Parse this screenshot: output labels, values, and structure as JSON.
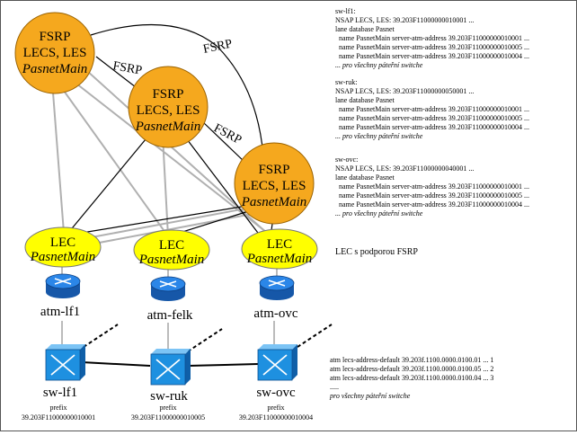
{
  "fsrp_nodes": [
    {
      "line1": "FSRP",
      "line2": "LECS, LES",
      "line3": "PasnetMain"
    },
    {
      "line1": "FSRP",
      "line2": "LECS, LES",
      "line3": "PasnetMain"
    },
    {
      "line1": "FSRP",
      "line2": "LECS, LES",
      "line3": "PasnetMain"
    }
  ],
  "fsrp_links": [
    "FSRP",
    "FSRP",
    "FSRP"
  ],
  "lec_nodes": [
    {
      "line1": "LEC",
      "line2": "PasnetMain"
    },
    {
      "line1": "LEC",
      "line2": "PasnetMain"
    },
    {
      "line1": "LEC",
      "line2": "PasnetMain"
    }
  ],
  "routers": [
    "atm-lf1",
    "atm-felk",
    "atm-ovc"
  ],
  "switches": [
    {
      "name": "sw-lf1",
      "prefix_label": "prefix",
      "prefix": "39.203F11000000010001"
    },
    {
      "name": "sw-ruk",
      "prefix_label": "prefix",
      "prefix": "39.203F11000000010005"
    },
    {
      "name": "sw-ovc",
      "prefix_label": "prefix",
      "prefix": "39.203F11000000010004"
    }
  ],
  "config_blocks": [
    {
      "header": "sw-lf1:",
      "lines": [
        "NSAP LECS, LES: 39.203F11000000010001 ...",
        "lane database Pasnet",
        "  name PasnetMain server-atm-address 39.203F11000000010001 ...",
        "  name PasnetMain server-atm-address 39.203F11000000010005 ...",
        "  name PasnetMain server-atm-address 39.203F11000000010004 ..."
      ],
      "footer": "... pro všechny páteřní switche"
    },
    {
      "header": "sw-ruk:",
      "lines": [
        "NSAP LECS, LES: 39.203F11000000050001 ...",
        "lane database Pasnet",
        "  name PasnetMain server-atm-address 39.203F11000000010001 ...",
        "  name PasnetMain server-atm-address 39.203F11000000010005 ...",
        "  name PasnetMain server-atm-address 39.203F11000000010004 ..."
      ],
      "footer": "... pro všechny páteřní switche"
    },
    {
      "header": "sw-ovc:",
      "lines": [
        "NSAP LECS, LES: 39.203F11000000040001 ...",
        "lane database Pasnet",
        "  name PasnetMain server-atm-address 39.203F11000000010001 ...",
        "  name PasnetMain server-atm-address 39.203F11000000010005 ...",
        "  name PasnetMain server-atm-address 39.203F11000000010004 ..."
      ],
      "footer": "... pro všechny páteřní switche"
    }
  ],
  "lec_note": "LEC s podporou FSRP",
  "atm_block": {
    "lines": [
      "atm lecs-address-default 39.203f.1100.0000.0100.01 ... 1",
      "atm lecs-address-default 39.203f.1100.0000.0100.05 ... 2",
      "atm lecs-address-default 39.203f.1100.0000.0100.04 ... 3",
      "....."
    ],
    "footer": "pro všechny páteřní switche"
  },
  "colors": {
    "fsrp_fill": "#f5a81e",
    "lec_fill": "#ffff00",
    "router_fill": "#1f6fcf",
    "switch_fill": "#1e90e0"
  }
}
